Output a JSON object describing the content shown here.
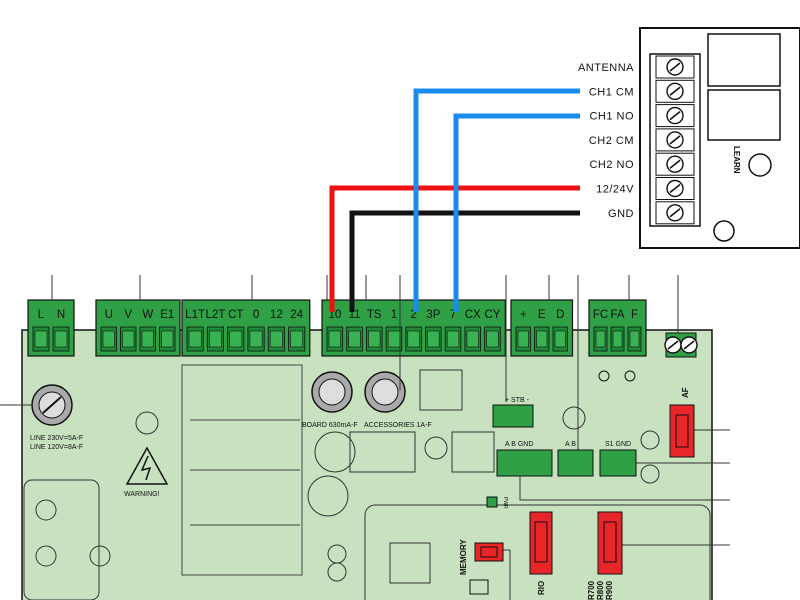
{
  "receiver": {
    "outputs": [
      "ANTENNA",
      "CH1 CM",
      "CH1 NO",
      "CH2 CM",
      "CH2 NO",
      "12/24V",
      "GND"
    ],
    "learn_label": "LEARN"
  },
  "terminal_groups": [
    [
      "L",
      "N"
    ],
    [
      "U",
      "V",
      "W",
      "E1"
    ],
    [
      "L1T",
      "L2T",
      "CT",
      "0",
      "12",
      "24"
    ],
    [
      "10",
      "11",
      "TS",
      "1",
      "2",
      "3P",
      "7",
      "CX",
      "CY"
    ],
    [
      "+",
      "E",
      "D"
    ],
    [
      "FC",
      "FA",
      "F"
    ]
  ],
  "board_labels": {
    "fuse_line": "LINE 230V=5A-F\nLINE 120V=8A-F",
    "fuse_board": "BOARD 630mA-F",
    "fuse_accessories": "ACCESSORIES 1A-F",
    "warning": "WARNING!",
    "stb": "+ STB -",
    "connector_a_b_gnd": "A B GND",
    "connector_a_b": "A B",
    "connector_s1_gnd": "S1 GND",
    "af": "AF",
    "rio": "RIO",
    "memory": "MEMORY",
    "r_series": "R700\nR800\nR900",
    "pwr": "PWR"
  },
  "wire_colors": {
    "blue": "#1a8cf0",
    "red": "#ee1111",
    "black": "#111111",
    "board": "#c8e2bf",
    "terminal": "#2fa045",
    "plug": "#e8262a"
  }
}
